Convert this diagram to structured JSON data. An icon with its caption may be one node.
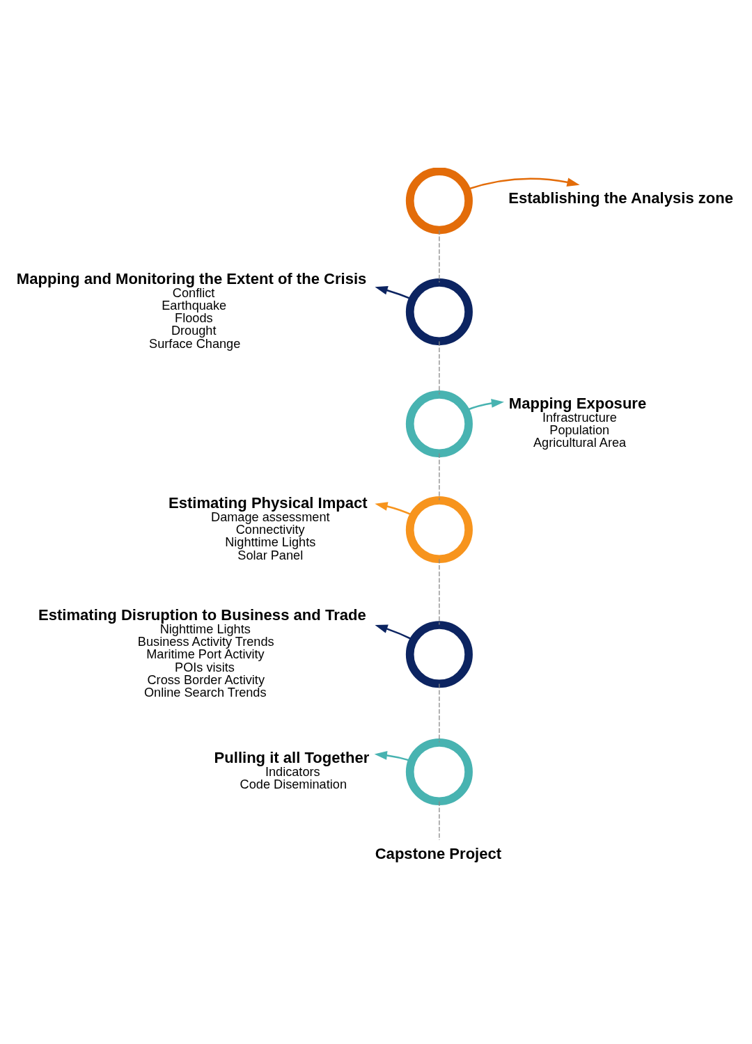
{
  "diagram": {
    "nodes": [
      {
        "text": [],
        "shape": "circle"
      },
      {
        "text": [
          "Establishing the Analysis zone"
        ]
      },
      {
        "text": [
          "Mapping and Monitoring the Extent of the Crisis",
          "Conflict",
          "Earthquake",
          "Floods",
          "Drought",
          "Surface Change"
        ]
      },
      {
        "text": [],
        "shape": "circle"
      },
      {
        "text": [],
        "shape": "circle"
      },
      {
        "text": [
          "Mapping Exposure",
          "Infrastructure",
          "Population",
          "Agricultural Area"
        ]
      },
      {
        "text": [
          "Estimating Physical Impact",
          "Damage assessment",
          "Connectivity",
          "Nighttime Lights",
          "Solar Panel"
        ]
      },
      {
        "text": [],
        "shape": "circle"
      },
      {
        "text": [
          "Estimating Disruption to Business and Trade",
          "Nighttime Lights",
          "Business Activity Trends",
          "Maritime Port Activity",
          "POIs visits",
          "Cross Border Activity",
          "Online Search Trends"
        ]
      },
      {
        "text": [],
        "shape": "circle"
      },
      {
        "text": [
          "Pulling it all Together",
          "Indicators",
          "Code Disemination"
        ]
      },
      {
        "text": [],
        "shape": "circle"
      },
      {
        "text": [
          "Capstone Project"
        ]
      }
    ],
    "edges": [
      {
        "from": 0,
        "to": 1,
        "arrow": "to",
        "color": "#e36c09"
      },
      {
        "from": 0,
        "to": 3,
        "arrow": "none",
        "style": "dashed"
      },
      {
        "from": 3,
        "to": 2,
        "arrow": "to",
        "color": "#0c2461"
      },
      {
        "from": 3,
        "to": 4,
        "arrow": "none",
        "style": "dashed"
      },
      {
        "from": 4,
        "to": 5,
        "arrow": "to",
        "color": "#48b3b1"
      },
      {
        "from": 4,
        "to": 7,
        "arrow": "none",
        "style": "dashed"
      },
      {
        "from": 7,
        "to": 6,
        "arrow": "to",
        "color": "#f7941d"
      },
      {
        "from": 7,
        "to": 9,
        "arrow": "none",
        "style": "dashed"
      },
      {
        "from": 9,
        "to": 8,
        "arrow": "to",
        "color": "#0c2461"
      },
      {
        "from": 9,
        "to": 11,
        "arrow": "none",
        "style": "dashed"
      },
      {
        "from": 11,
        "to": 10,
        "arrow": "to",
        "color": "#48b3b1"
      },
      {
        "from": 11,
        "to": 12,
        "arrow": "none",
        "style": "dashed"
      }
    ]
  }
}
